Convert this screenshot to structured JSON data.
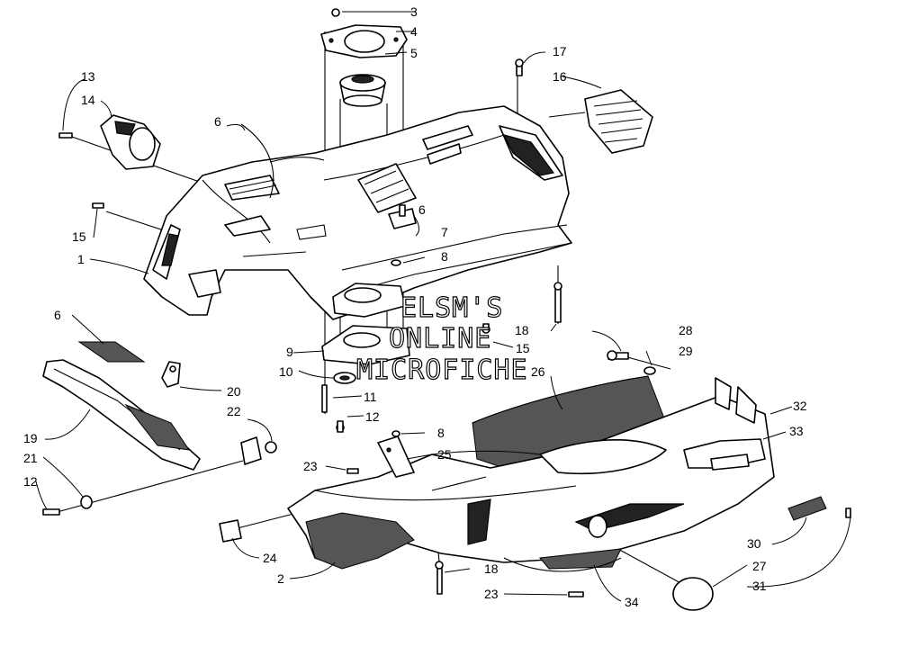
{
  "watermark": {
    "lines": [
      "ELSM'S",
      "ONLINE",
      "MICROFICHE"
    ]
  },
  "callouts": [
    {
      "id": "c3",
      "label": "3"
    },
    {
      "id": "c4",
      "label": "4"
    },
    {
      "id": "c5",
      "label": "5"
    },
    {
      "id": "c17",
      "label": "17"
    },
    {
      "id": "c16",
      "label": "16"
    },
    {
      "id": "c13",
      "label": "13"
    },
    {
      "id": "c14",
      "label": "14"
    },
    {
      "id": "c6a",
      "label": "6"
    },
    {
      "id": "c6b",
      "label": "6"
    },
    {
      "id": "c7",
      "label": "7"
    },
    {
      "id": "c8a",
      "label": "8"
    },
    {
      "id": "c15a",
      "label": "15"
    },
    {
      "id": "c1",
      "label": "1"
    },
    {
      "id": "c18a",
      "label": "18"
    },
    {
      "id": "c6c",
      "label": "6"
    },
    {
      "id": "c15b",
      "label": "15"
    },
    {
      "id": "c9",
      "label": "9"
    },
    {
      "id": "c28",
      "label": "28"
    },
    {
      "id": "c29",
      "label": "29"
    },
    {
      "id": "c10",
      "label": "10"
    },
    {
      "id": "c26",
      "label": "26"
    },
    {
      "id": "c20",
      "label": "20"
    },
    {
      "id": "c11",
      "label": "11"
    },
    {
      "id": "c22",
      "label": "22"
    },
    {
      "id": "c12a",
      "label": "12"
    },
    {
      "id": "c32",
      "label": "32"
    },
    {
      "id": "c8b",
      "label": "8"
    },
    {
      "id": "c33",
      "label": "33"
    },
    {
      "id": "c19",
      "label": "19"
    },
    {
      "id": "c25",
      "label": "25"
    },
    {
      "id": "c21",
      "label": "21"
    },
    {
      "id": "c23a",
      "label": "23"
    },
    {
      "id": "c12b",
      "label": "12"
    },
    {
      "id": "c24",
      "label": "24"
    },
    {
      "id": "c30",
      "label": "30"
    },
    {
      "id": "c2",
      "label": "2"
    },
    {
      "id": "c18b",
      "label": "18"
    },
    {
      "id": "c27",
      "label": "27"
    },
    {
      "id": "c31",
      "label": "31"
    },
    {
      "id": "c34",
      "label": "34"
    },
    {
      "id": "c23b",
      "label": "23"
    }
  ]
}
